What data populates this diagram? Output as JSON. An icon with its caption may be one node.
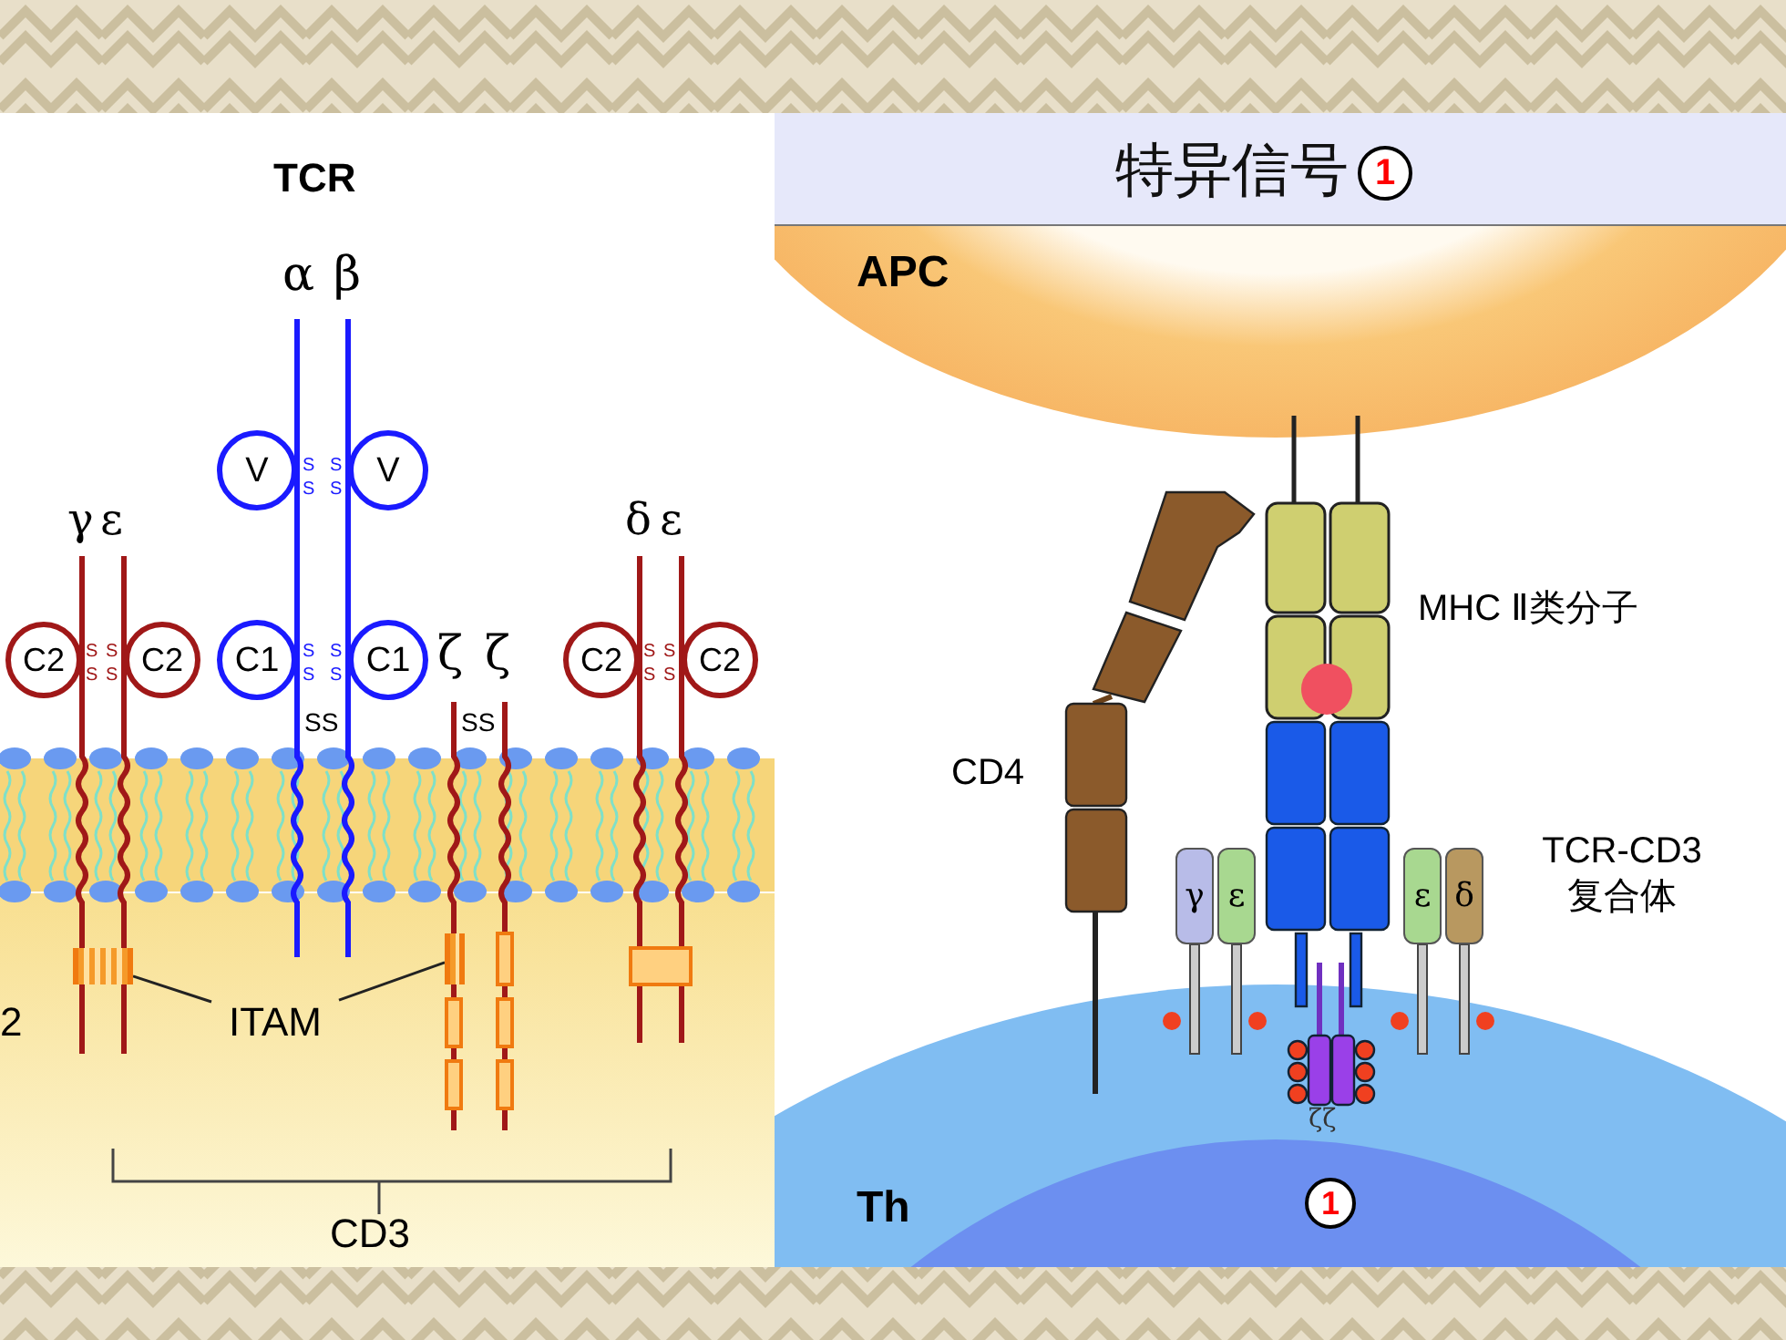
{
  "diagram": {
    "title": "特异信号",
    "nodes": [
      {
        "text": [
          "V"
        ]
      },
      {
        "text": [
          "V"
        ]
      },
      {
        "text": [
          "C1"
        ]
      },
      {
        "text": [
          "C1"
        ]
      },
      {
        "text": [
          "C2"
        ]
      },
      {
        "text": [
          "C2"
        ]
      },
      {
        "text": [
          "C2"
        ]
      },
      {
        "text": [
          "C2"
        ]
      },
      {
        "text": [
          "ITAM"
        ]
      },
      {
        "text": [],
        "shape": "bar"
      },
      {
        "text": [],
        "shape": "bar"
      },
      {
        "text": [
          "γ"
        ]
      },
      {
        "text": [
          "ε"
        ]
      },
      {
        "text": [
          "ε"
        ]
      },
      {
        "text": [
          "δ"
        ]
      }
    ],
    "edges": [
      {
        "from": 8,
        "to": 9,
        "arrow": "none"
      },
      {
        "from": 8,
        "to": 10,
        "arrow": "none"
      }
    ],
    "labels": [
      "TCR",
      "α",
      "β",
      "SS",
      "SS",
      "γ",
      "ε",
      "δ",
      "ε",
      "SS",
      "SS",
      "SS",
      "SS",
      "ζ",
      "ζ",
      "SS",
      "SS",
      "SS",
      "SS",
      "2",
      "CD3",
      "1",
      "APC",
      "MHC Ⅱ类分子",
      "CD4",
      "TCR-CD3 复合体",
      "ζζ",
      "Th",
      "1"
    ]
  }
}
